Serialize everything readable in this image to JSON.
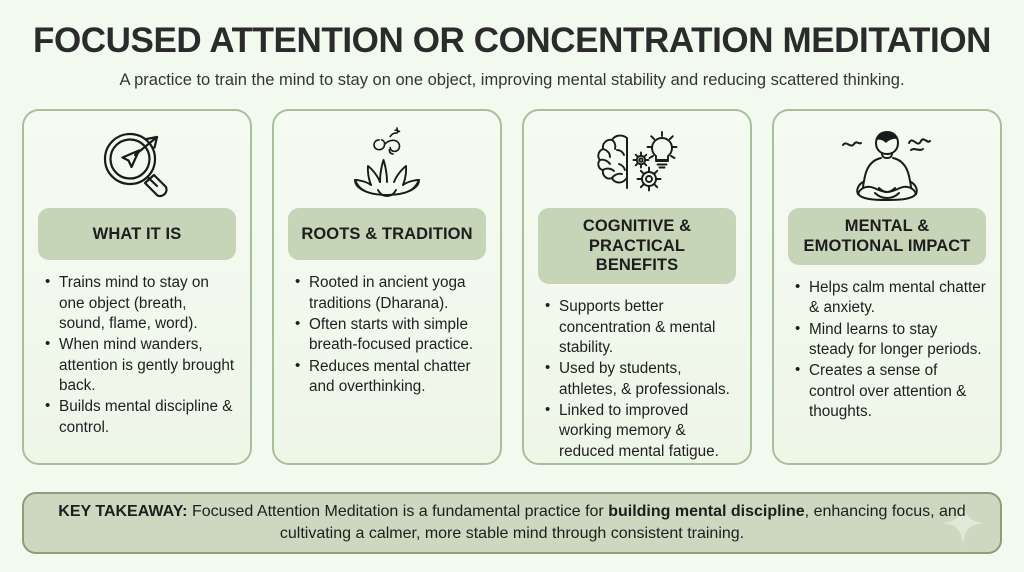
{
  "header": {
    "title": "FOCUSED ATTENTION OR CONCENTRATION MEDITATION",
    "subtitle": "A practice to train the mind to stay on one object, improving mental stability and reducing scattered thinking."
  },
  "colors": {
    "background": "#f2f9ef",
    "card_background": "#f5faf0",
    "card_border": "#a9bf9b",
    "pill_background": "#c6d4b8",
    "banner_background": "#ccd9c0",
    "banner_border": "#8a9e7b",
    "text": "#2b2b2b"
  },
  "cards": [
    {
      "icon": "magnifying-glass-cursor-icon",
      "title_line1": "WHAT IT IS",
      "title_line2": "",
      "bullets": [
        "Trains mind to stay on one object (breath, sound, flame, word).",
        "When mind wanders, attention is gently brought back.",
        "Builds mental discipline & control."
      ]
    },
    {
      "icon": "om-lotus-icon",
      "title_line1": "ROOTS & TRADITION",
      "title_line2": "",
      "bullets": [
        "Rooted in ancient yoga traditions (Dharana).",
        "Often starts with simple breath-focused practice.",
        "Reduces mental chatter and overthinking."
      ]
    },
    {
      "icon": "brain-gears-bulb-icon",
      "title_line1": "COGNITIVE &",
      "title_line2": "PRACTICAL BENEFITS",
      "bullets": [
        "Supports better concentration & mental stability.",
        "Used by students, athletes, & professionals.",
        "Linked to improved working memory & reduced mental fatigue."
      ]
    },
    {
      "icon": "meditating-person-icon",
      "title_line1": "MENTAL &",
      "title_line2": "EMOTIONAL IMPACT",
      "bullets": [
        "Helps calm mental chatter & anxiety.",
        "Mind learns to stay steady for longer periods.",
        "Creates a sense of control over attention & thoughts."
      ]
    }
  ],
  "takeaway": {
    "label": "KEY TAKEAWAY:",
    "text_before": " Focused Attention Meditation is a fundamental practice for ",
    "bold": "building mental discipline",
    "text_after": ", enhancing focus, and cultivating a calmer, more stable mind through consistent training."
  }
}
